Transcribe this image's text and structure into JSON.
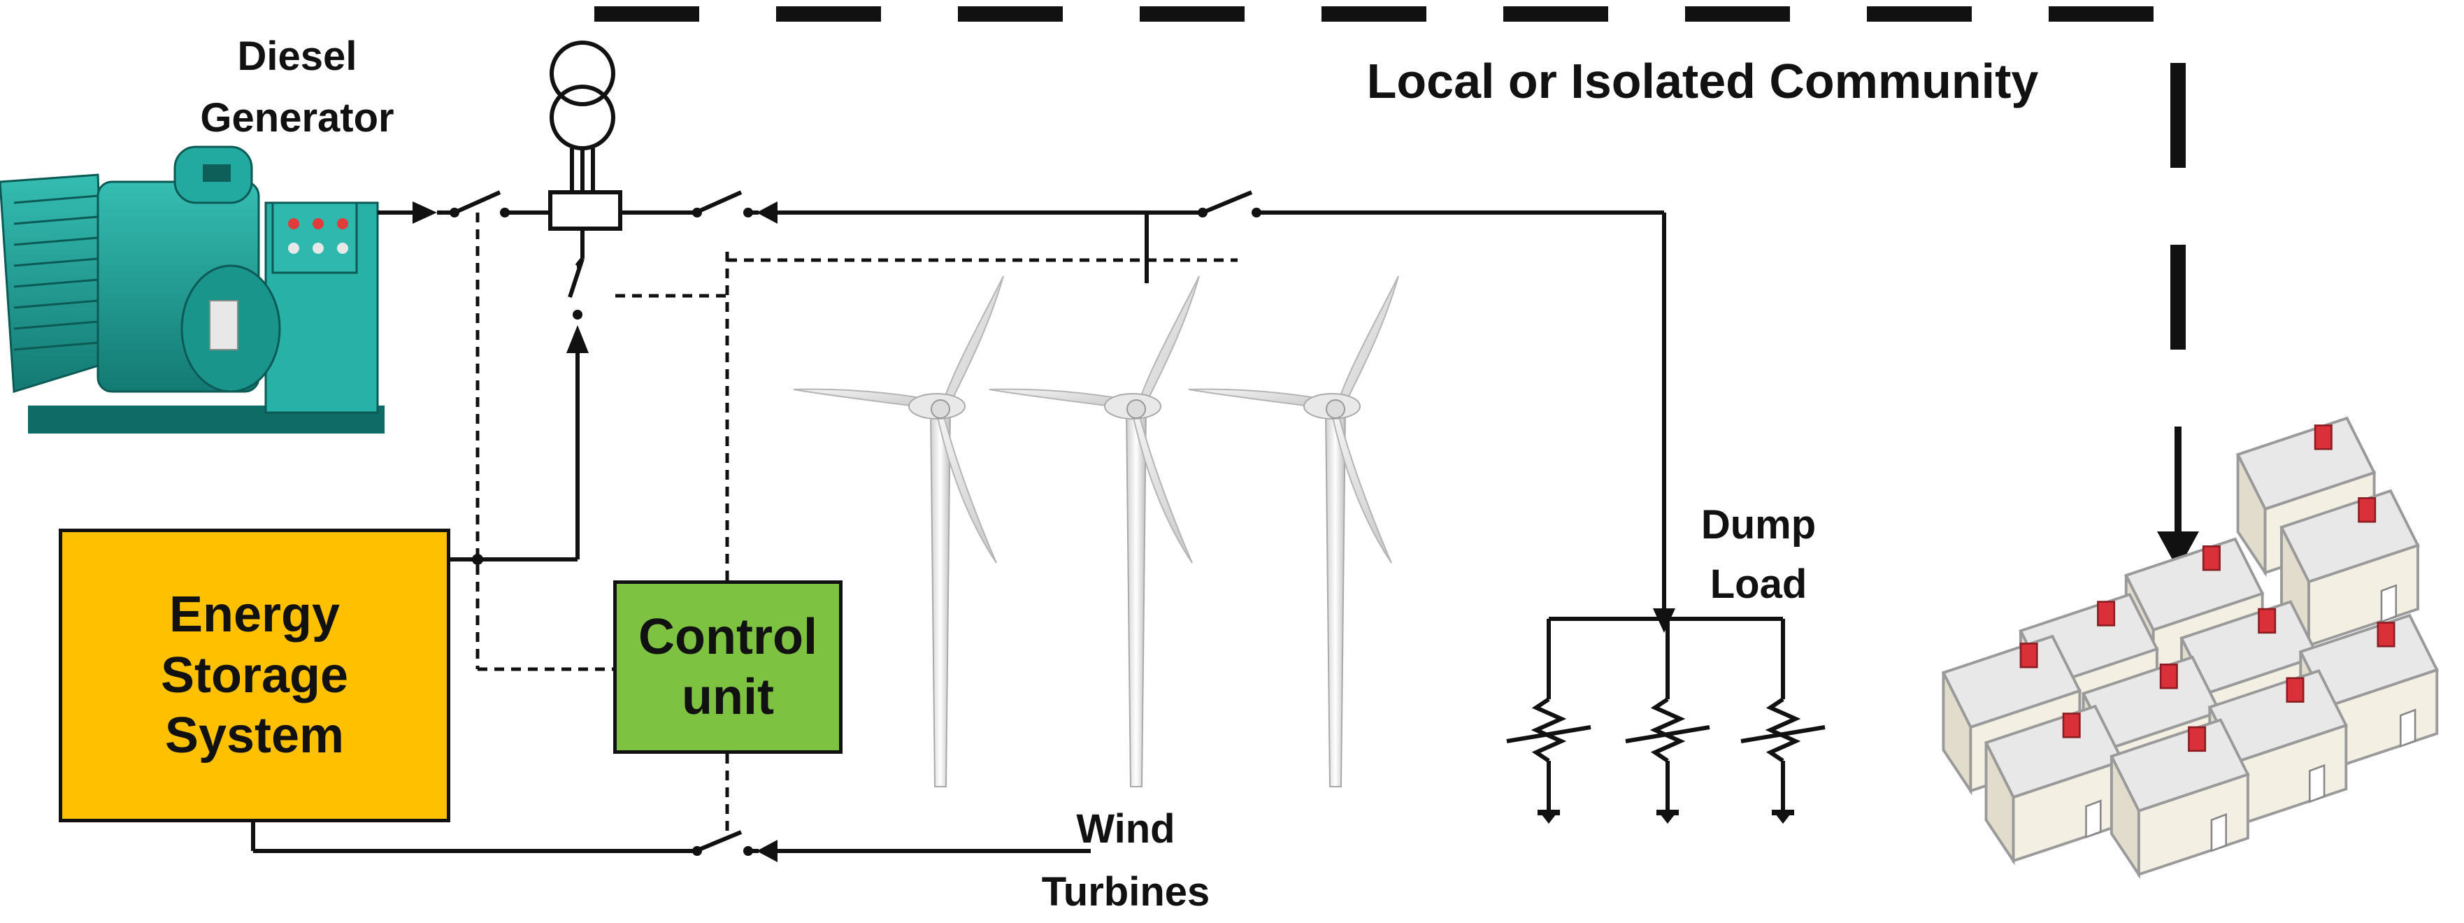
{
  "labels": {
    "diesel_generator": [
      "Diesel",
      "Generator"
    ],
    "community": "Local or Isolated Community",
    "energy_storage": [
      "Energy",
      "Storage",
      "System"
    ],
    "control_unit": [
      "Control",
      "unit"
    ],
    "dump_load": [
      "Dump",
      "Load"
    ],
    "wind_turbines": [
      "Wind",
      "Turbines"
    ]
  },
  "colors": {
    "energy_storage_fill": "#ffc000",
    "control_unit_fill": "#7ec242",
    "generator_body": "#1fa39a",
    "house_wall": "#f1ece0",
    "house_roof": "#e6e6e6",
    "chimney": "#d9303a",
    "line": "#111111"
  },
  "icons": [
    "diesel-generator-icon",
    "transformer-icon",
    "wind-turbine-icon",
    "resistor-icon",
    "ground-icon",
    "house-icon",
    "switch-icon"
  ]
}
